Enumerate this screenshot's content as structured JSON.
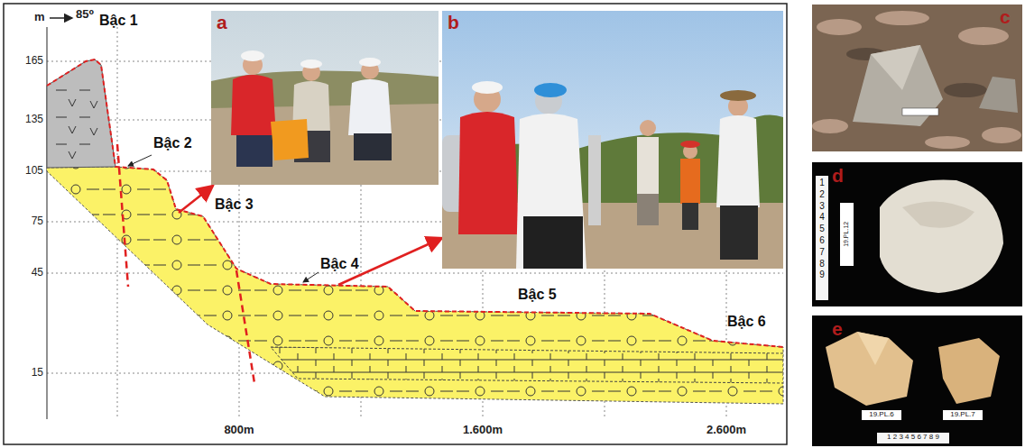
{
  "diagram": {
    "labels": [
      "m",
      "85⁰",
      "165",
      "135",
      "105",
      "75",
      "45",
      "15",
      "800m",
      "1.600m",
      "2.600m",
      "Bậc 1",
      "Bậc 2",
      "Bậc 3",
      "Bậc 4",
      "Bậc 5",
      "Bậc 6",
      "a",
      "b",
      "c",
      "d",
      "e",
      "19.PL.12",
      "19.PL.6",
      "19.PL.7",
      "1 2 3 4 5 6 7 8 9",
      "1 2 3 4 5 6 7 8 9"
    ]
  }
}
